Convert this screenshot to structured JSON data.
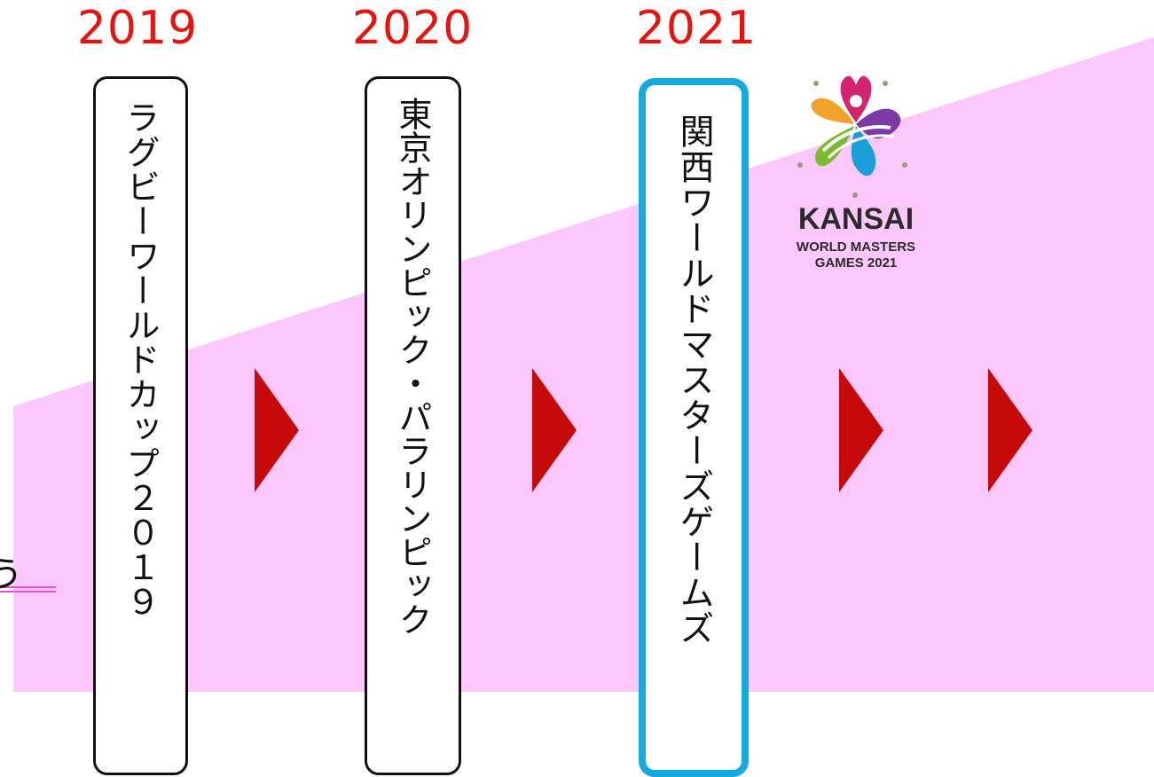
{
  "colors": {
    "band": "#fcc8fb",
    "year": "#e8130d",
    "arrow": "#c60a0a",
    "highlight": "#12aadf",
    "underline": "#ef4fd2"
  },
  "years": [
    "2019",
    "2020",
    "2021"
  ],
  "events": [
    {
      "label": "ラグビーワールドカップ２０１９"
    },
    {
      "label": "東京オリンピック・パラリンピック"
    },
    {
      "label": "関西ワールドマスターズゲームズ"
    }
  ],
  "edge_text": "う",
  "logo": {
    "icon": "sakura-flower-logo-icon",
    "line1": "KANSAI",
    "line2": "WORLD MASTERS",
    "line3": "GAMES 2021"
  },
  "arrows": [
    "play-arrow-icon",
    "play-arrow-icon",
    "play-arrow-icon",
    "play-arrow-icon"
  ]
}
